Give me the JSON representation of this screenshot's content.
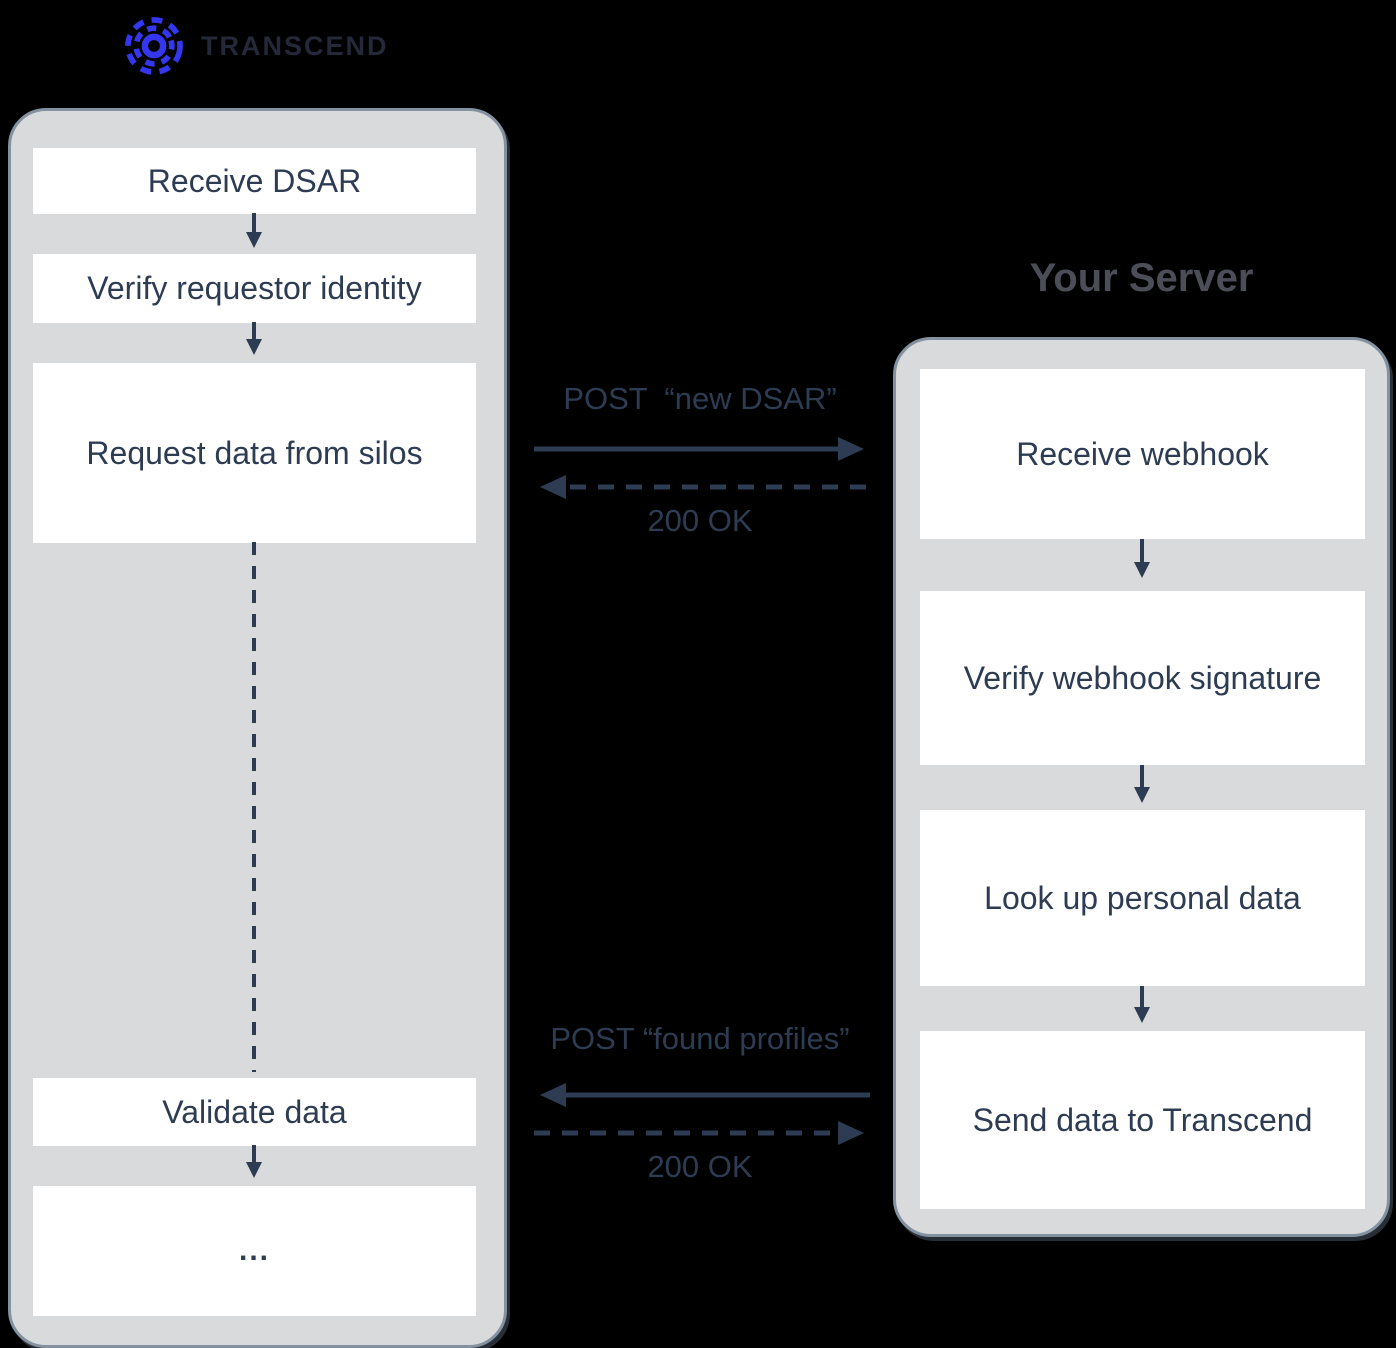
{
  "brand": {
    "wordmark": "TRANSCEND"
  },
  "lanes": {
    "transcend": {
      "steps": [
        "Receive DSAR",
        "Verify requestor identity",
        "Request data from silos",
        "Validate data",
        "..."
      ]
    },
    "server": {
      "title": "Your Server",
      "steps": [
        "Receive webhook",
        "Verify webhook signature",
        "Look up personal data",
        "Send data to Transcend"
      ]
    }
  },
  "messages": {
    "new_dsar": {
      "request": "POST  “new DSAR”",
      "response": "200 OK"
    },
    "found_profiles": {
      "request": "POST “found profiles”",
      "response": "200 OK"
    }
  },
  "colors": {
    "background": "#000000",
    "logo_blue": "#3537f0",
    "wordmark_navy": "#242838",
    "arrow_navy": "#2d3c52",
    "panel_fill": "#d9dadc",
    "panel_border": "#8391a0",
    "server_title_gray": "#4b4e57",
    "box_fill": "#ffffff"
  }
}
